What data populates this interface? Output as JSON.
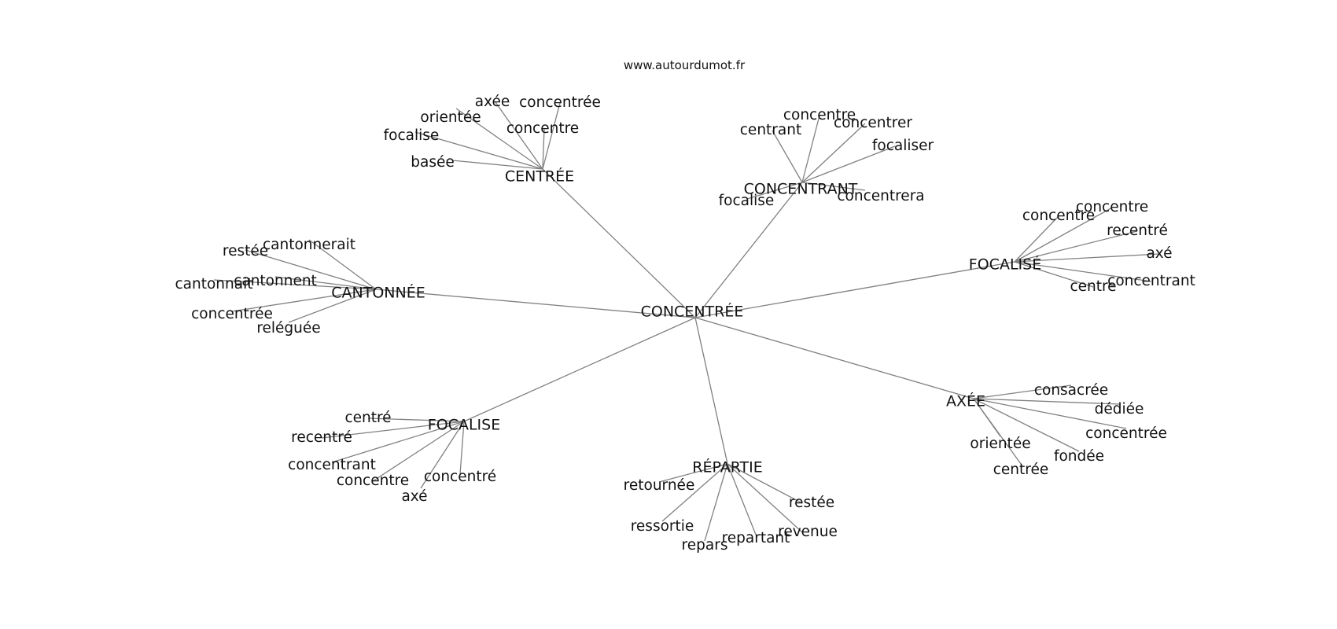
{
  "site": "www.autourdumot.fr",
  "center": "CONCENTRÉE",
  "clusters": [
    {
      "label": "CENTRÉE",
      "words": [
        "axée",
        "concentrée",
        "orientée",
        "concentre",
        "focalise",
        "basée"
      ]
    },
    {
      "label": "CONCENTRANT",
      "words": [
        "concentre",
        "concentrer",
        "centrant",
        "focaliser",
        "focalise",
        "concentrera"
      ]
    },
    {
      "label": "FOCALISÉ",
      "words": [
        "concentre",
        "concentre",
        "recentré",
        "axé",
        "concentrant",
        "centre"
      ]
    },
    {
      "label": "CANTONNÉE",
      "words": [
        "cantonnerait",
        "restée",
        "cantonnent",
        "cantonnait",
        "concentrée",
        "reléguée"
      ]
    },
    {
      "label": "AXÉE",
      "words": [
        "consacrée",
        "dédiée",
        "concentrée",
        "fondée",
        "orientée",
        "centrée"
      ]
    },
    {
      "label": "FOCALISE",
      "words": [
        "centré",
        "recentré",
        "concentrant",
        "concentre",
        "concentré",
        "axé"
      ]
    },
    {
      "label": "RÉPARTIE",
      "words": [
        "retournée",
        "restée",
        "ressortie",
        "revenue",
        "repartant",
        "repars"
      ]
    }
  ]
}
